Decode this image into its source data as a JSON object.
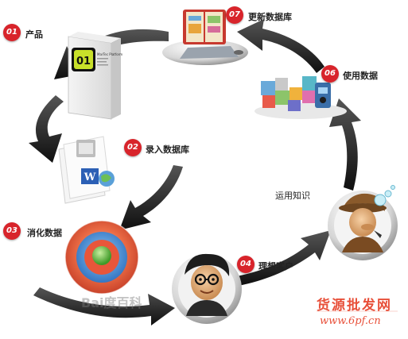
{
  "steps": [
    {
      "number": "01",
      "label": "产品"
    },
    {
      "number": "02",
      "label": "录入数据库"
    },
    {
      "number": "03",
      "label": "消化数据"
    },
    {
      "number": "04",
      "label": "理想客户"
    },
    {
      "number": "06",
      "label": "使用数据"
    },
    {
      "number": "07",
      "label": "更新数据库"
    }
  ],
  "connector_label": "运用知识",
  "product_box": {
    "logo": "01",
    "name": "MarTec Platform"
  },
  "watermark": {
    "chinese": "货源批发网",
    "url": "www.6pf.cn",
    "baidu": "Bai度百科"
  },
  "colors": {
    "badge": "#d8242b",
    "arrow": "#1a1a1a",
    "ring_outer": "#e8563a",
    "ring_inner": "#3f8fd8",
    "core": "#6cc04a"
  }
}
